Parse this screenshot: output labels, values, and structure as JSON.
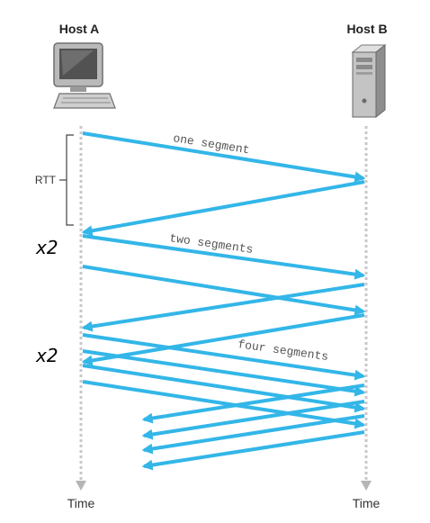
{
  "hosts": {
    "a": {
      "label": "Host A",
      "icon": "desktop-computer-icon"
    },
    "b": {
      "label": "Host B",
      "icon": "server-tower-icon"
    }
  },
  "timeline": {
    "time_label": "Time"
  },
  "rtt": {
    "label": "RTT"
  },
  "annotations": {
    "one": "one segment",
    "two": "two segments",
    "four": "four segments",
    "handwritten_mark": "x2"
  },
  "colors": {
    "segment_arrow": "#33b6e8",
    "timeline": "#c8c8c8"
  }
}
